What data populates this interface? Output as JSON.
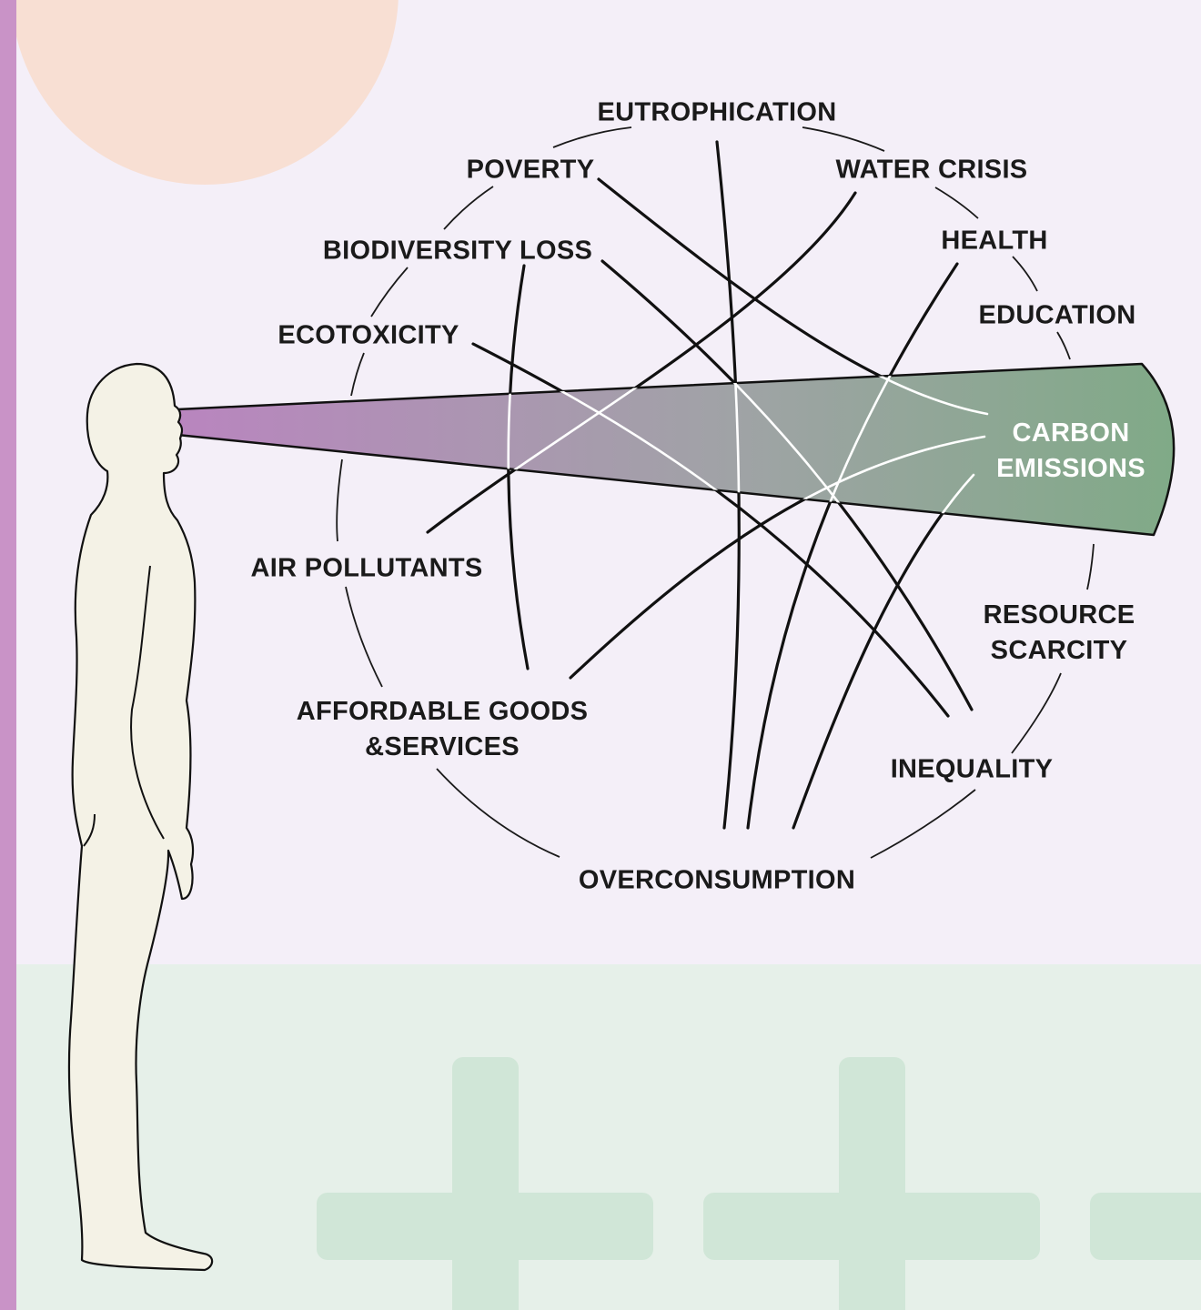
{
  "diagram": {
    "center_label": {
      "line1": "CARBON",
      "line2": "EMISSIONS"
    },
    "labels": {
      "eutrophication": "EUTROPHICATION",
      "poverty": "POVERTY",
      "water_crisis": "WATER CRISIS",
      "biodiversity_loss": "BIODIVERSITY LOSS",
      "health": "HEALTH",
      "education": "EDUCATION",
      "ecotoxicity": "ECOTOXICITY",
      "air_pollutants": "AIR POLLUTANTS",
      "resource_scarcity": {
        "line1": "RESOURCE",
        "line2": "SCARCITY"
      },
      "affordable_goods": {
        "line1": "AFFORDABLE GOODS",
        "line2": "&SERVICES"
      },
      "inequality": "INEQUALITY",
      "overconsumption": "OVERCONSUMPTION"
    }
  },
  "colors": {
    "background": "#F4EFF8",
    "floor": "#E6F0E9",
    "cross": "#D0E6D7",
    "left_bar": "#C993C7",
    "sun": "#F8DFD3",
    "figure_fill": "#F4F2E6",
    "beam_start": "#B985BF",
    "beam_end": "#7FAA86"
  }
}
